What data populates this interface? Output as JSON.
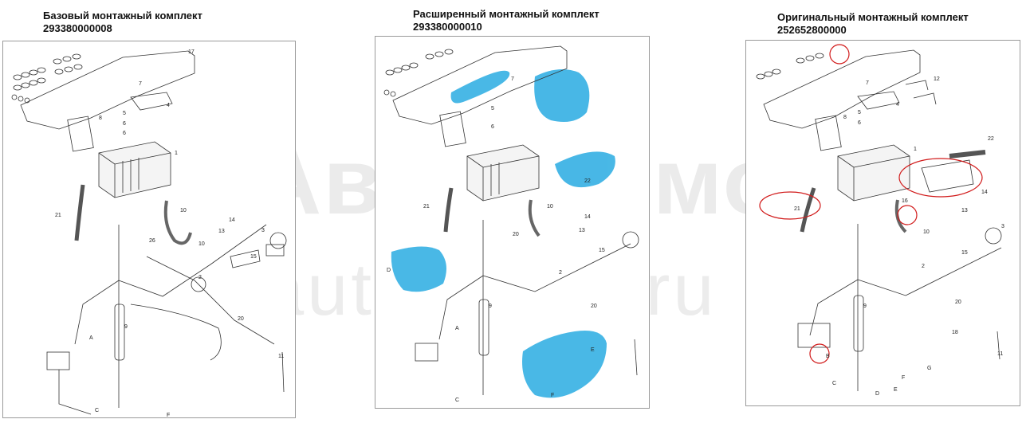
{
  "kits": [
    {
      "title": "Базовый монтажный комплект",
      "code": "293380000008"
    },
    {
      "title": "Расширенный монтажный комплект",
      "code": "293380000010"
    },
    {
      "title": "Оригинальный монтажный комплект",
      "code": "252652800000"
    }
  ],
  "watermark": {
    "brand": "АвтоТермо",
    "site": "autotermo.ru"
  },
  "part_labels": {
    "panel1": [
      "17",
      "7",
      "4",
      "5",
      "6",
      "8",
      "1",
      "21",
      "10",
      "14",
      "13",
      "26",
      "3",
      "15",
      "2",
      "9",
      "20",
      "11",
      "A",
      "C",
      "F",
      "10",
      "6"
    ],
    "panel2": [
      "7",
      "5",
      "6",
      "22",
      "21",
      "10",
      "14",
      "13",
      "20",
      "15",
      "2",
      "9",
      "20",
      "D",
      "A",
      "C",
      "F",
      "E"
    ],
    "panel3": [
      "12",
      "7",
      "4",
      "5",
      "6",
      "8",
      "22",
      "1",
      "14",
      "21",
      "16",
      "10",
      "13",
      "3",
      "15",
      "2",
      "9",
      "20",
      "18",
      "11",
      "B",
      "C",
      "F",
      "G",
      "D",
      "E"
    ]
  },
  "colors": {
    "highlight": "#29abe2",
    "circle": "#d11a1a",
    "panel_border": "#9a9a9a",
    "watermark": "#e6e6e6"
  }
}
